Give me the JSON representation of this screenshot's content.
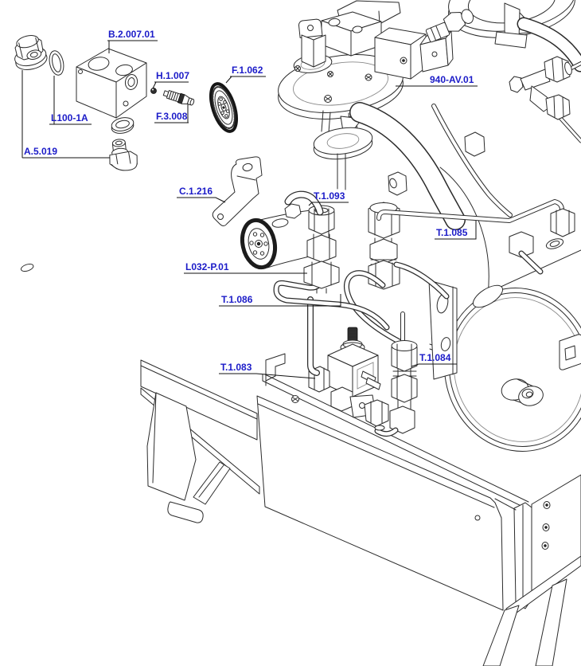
{
  "diagram": {
    "kind": "exploded-parts-diagram",
    "label_color": "#1b1bc8",
    "line_color": "#2b2b2b",
    "labels": [
      {
        "text": "B.2.007.01"
      },
      {
        "text": "H.1.007"
      },
      {
        "text": "F.1.062"
      },
      {
        "text": "940-AV.01"
      },
      {
        "text": "F.3.008"
      },
      {
        "text": "L100-1A"
      },
      {
        "text": "A.5.019"
      },
      {
        "text": "C.1.216"
      },
      {
        "text": "T.1.093"
      },
      {
        "text": "T.1.085"
      },
      {
        "text": "L032-P.01"
      },
      {
        "text": "T.1.086"
      },
      {
        "text": "T.1.083"
      },
      {
        "text": "T.1.084"
      }
    ]
  }
}
